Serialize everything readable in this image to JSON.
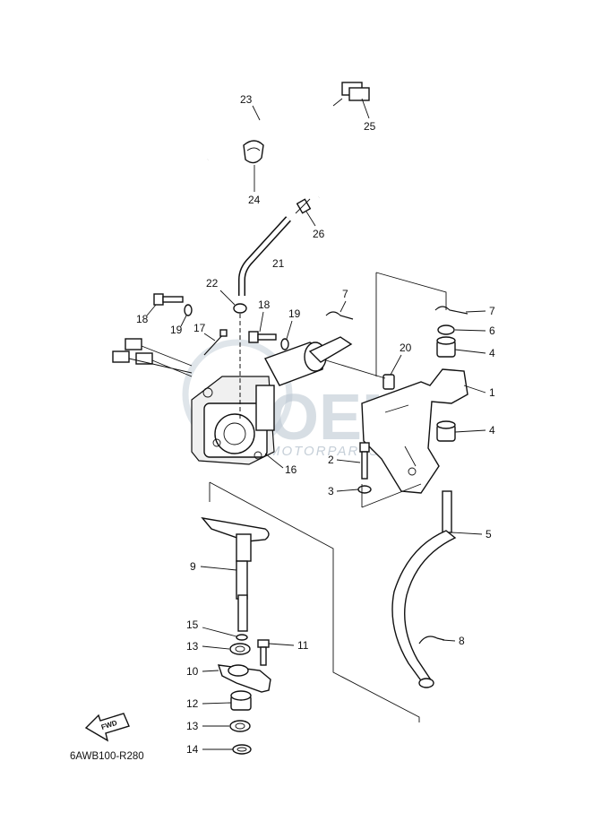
{
  "diagram": {
    "code": "6AWB100-R280",
    "fwd_label": "FWD",
    "watermark_main": "OEM",
    "watermark_sub": "MOTORPARTS",
    "callouts": [
      {
        "id": "c23",
        "label": "23"
      },
      {
        "id": "c25",
        "label": "25"
      },
      {
        "id": "c24",
        "label": "24"
      },
      {
        "id": "c26",
        "label": "26"
      },
      {
        "id": "c21",
        "label": "21"
      },
      {
        "id": "c22",
        "label": "22"
      },
      {
        "id": "c18a",
        "label": "18"
      },
      {
        "id": "c18b",
        "label": "18"
      },
      {
        "id": "c19a",
        "label": "19"
      },
      {
        "id": "c19b",
        "label": "19"
      },
      {
        "id": "c17",
        "label": "17"
      },
      {
        "id": "c7a",
        "label": "7"
      },
      {
        "id": "c7b",
        "label": "7"
      },
      {
        "id": "c6",
        "label": "6"
      },
      {
        "id": "c4a",
        "label": "4"
      },
      {
        "id": "c4b",
        "label": "4"
      },
      {
        "id": "c20",
        "label": "20"
      },
      {
        "id": "c1",
        "label": "1"
      },
      {
        "id": "c16",
        "label": "16"
      },
      {
        "id": "c2",
        "label": "2"
      },
      {
        "id": "c3",
        "label": "3"
      },
      {
        "id": "c5",
        "label": "5"
      },
      {
        "id": "c9",
        "label": "9"
      },
      {
        "id": "c8",
        "label": "8"
      },
      {
        "id": "c15",
        "label": "15"
      },
      {
        "id": "c13a",
        "label": "13"
      },
      {
        "id": "c11",
        "label": "11"
      },
      {
        "id": "c10",
        "label": "10"
      },
      {
        "id": "c12",
        "label": "12"
      },
      {
        "id": "c13b",
        "label": "13"
      },
      {
        "id": "c14",
        "label": "14"
      }
    ]
  }
}
